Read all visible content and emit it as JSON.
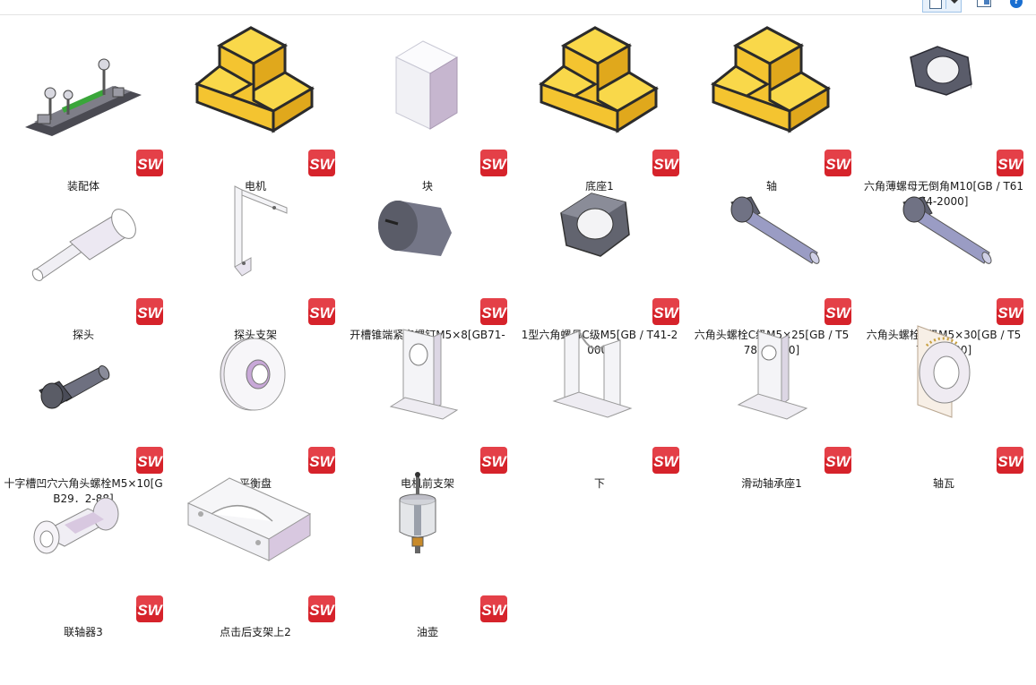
{
  "toolbar": {
    "view_icon": "large-icons-view-icon",
    "preview_pane_icon": "preview-pane-icon",
    "help_icon": "help-icon",
    "help_label": "?"
  },
  "badge": {
    "text": "SW",
    "color": "#d6232b"
  },
  "colors": {
    "yellow_part": "#f4c430",
    "gray_part": "#6f7180"
  },
  "files": [
    {
      "name": "装配体",
      "icon": "assembly-icon"
    },
    {
      "name": "电机",
      "icon": "generic-part-icon"
    },
    {
      "name": "块",
      "icon": "block-icon"
    },
    {
      "name": "底座1",
      "icon": "generic-part-icon"
    },
    {
      "name": "轴",
      "icon": "generic-part-icon"
    },
    {
      "name": "六角薄螺母无倒角M10[GB / T6174-2000]",
      "icon": "thin-nut-icon"
    },
    {
      "name": "探头",
      "icon": "probe-icon"
    },
    {
      "name": "探头支架",
      "icon": "probe-bracket-icon"
    },
    {
      "name": "开槽锥端紧定螺钉M5×8[GB71-85]",
      "icon": "set-screw-icon"
    },
    {
      "name": "1型六角螺母C级M5[GB / T41-2000]",
      "icon": "hex-nut-icon"
    },
    {
      "name": "六角头螺栓C级M5×25[GB / T5780-2000]",
      "icon": "bolt-icon"
    },
    {
      "name": "六角头螺栓C级M5×30[GB / T5780-2000]",
      "icon": "bolt-icon"
    },
    {
      "name": "十字槽凹穴六角头螺栓M5×10[GB29．2-88]",
      "icon": "short-bolt-icon"
    },
    {
      "name": "平衡盘",
      "icon": "balance-disc-icon"
    },
    {
      "name": "电机前支架",
      "icon": "motor-bracket-icon"
    },
    {
      "name": "下",
      "icon": "lower-support-icon"
    },
    {
      "name": "滑动轴承座1",
      "icon": "bearing-seat-icon"
    },
    {
      "name": "轴瓦",
      "icon": "bearing-bush-icon"
    },
    {
      "name": "联轴器3",
      "icon": "coupling-icon"
    },
    {
      "name": "点击后支架上2",
      "icon": "upper-bracket-icon"
    },
    {
      "name": "油壶",
      "icon": "oil-cup-icon"
    }
  ]
}
